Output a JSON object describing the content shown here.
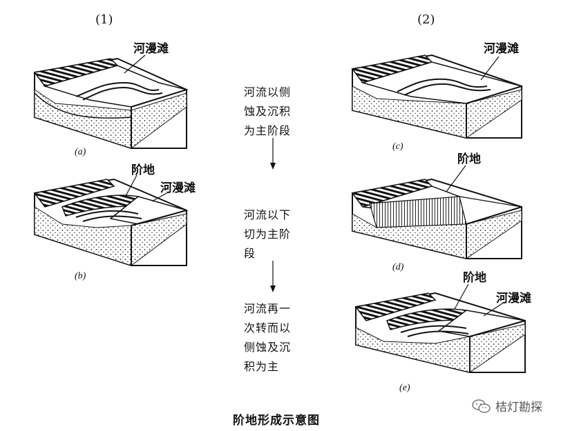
{
  "column_headers": [
    "(1)",
    "(2)"
  ],
  "panels": {
    "a": {
      "label": "(a)",
      "annotation": "河漫滩"
    },
    "b": {
      "label": "(b)",
      "annotation1": "阶地",
      "annotation2": "河漫滩"
    },
    "c": {
      "label": "(c)",
      "annotation": "河漫滩"
    },
    "d": {
      "label": "(d)",
      "annotation": "阶地"
    },
    "e": {
      "label": "(e)",
      "annotation1": "阶地",
      "annotation2": "河漫滩"
    }
  },
  "steps": [
    [
      "河流以侧",
      "蚀及沉积",
      "为主阶段"
    ],
    [
      "河流以下",
      "切为主阶",
      "段"
    ],
    [
      "河流再一",
      "次转而以",
      "侧蚀及沉",
      "积为主"
    ]
  ],
  "title": "阶地形成示意图",
  "watermark": "桔灯勘探"
}
